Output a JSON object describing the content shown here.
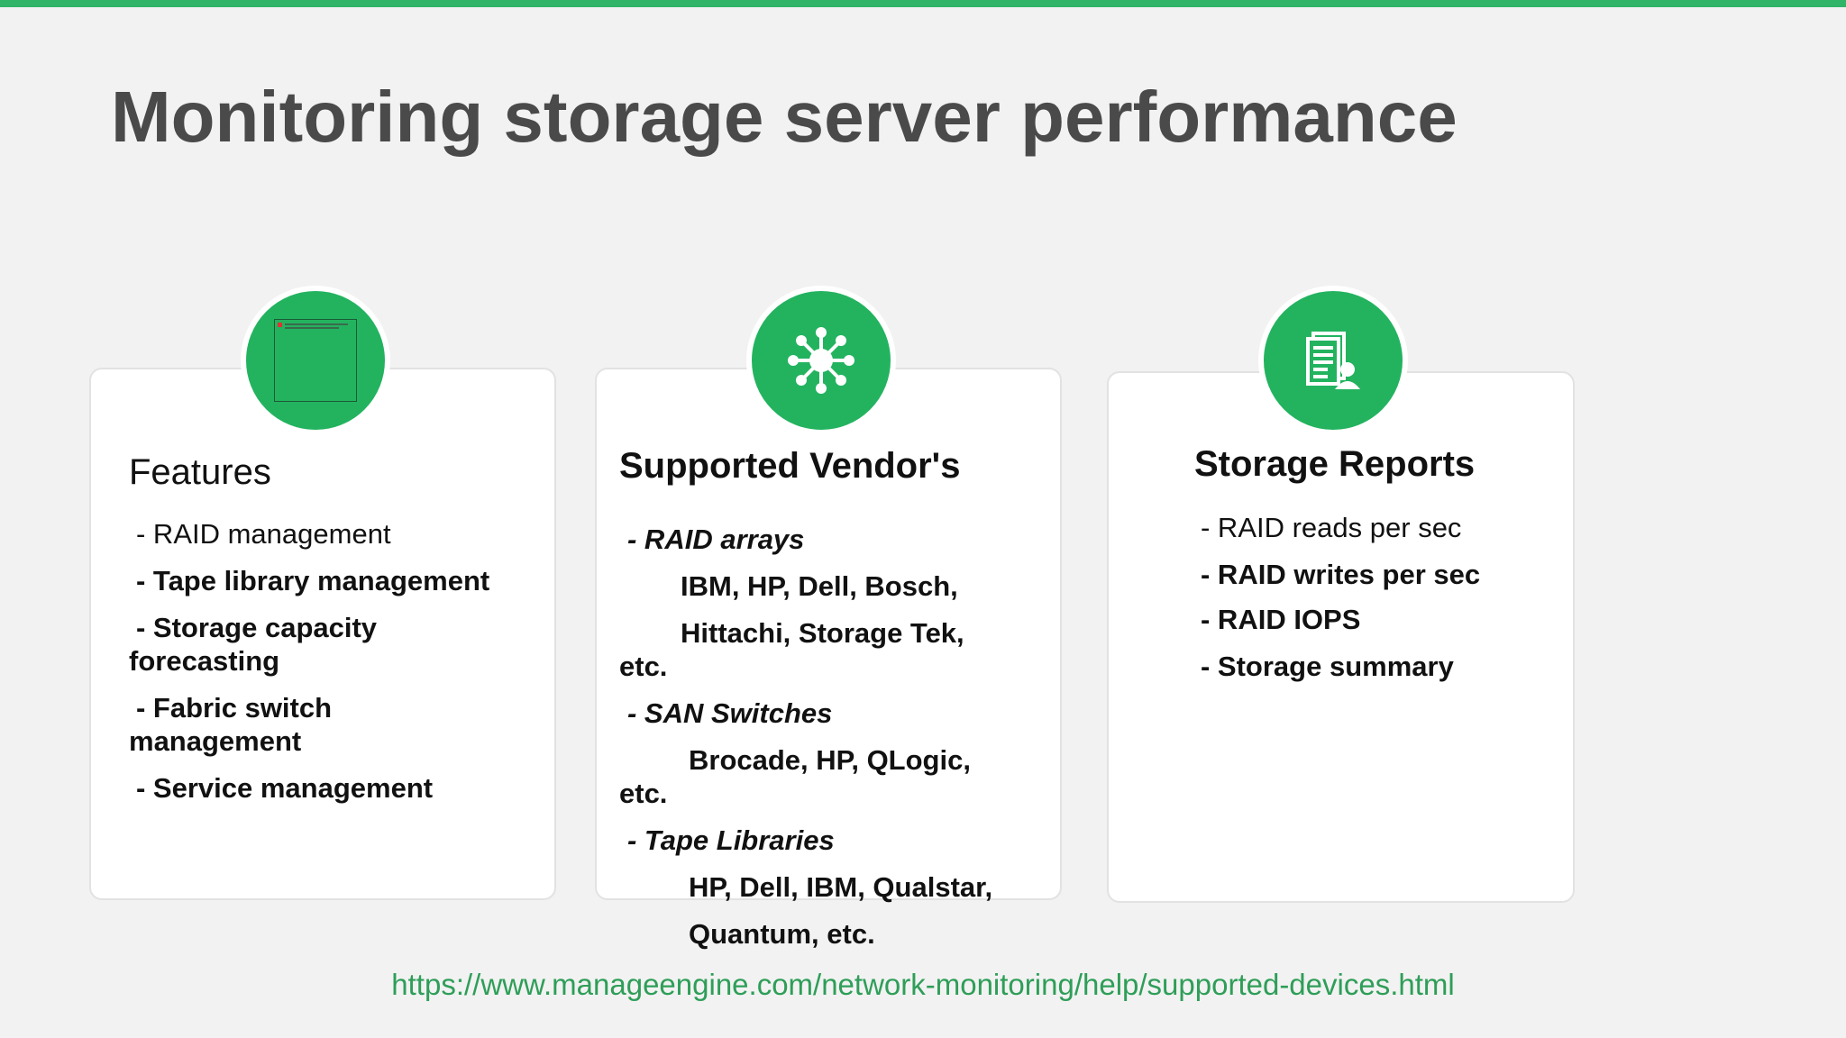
{
  "slide": {
    "title": "Monitoring storage server performance",
    "accent_color": "#2fb468",
    "url": "https://www.manageengine.com/network-monitoring/help/supported-devices.html"
  },
  "features": {
    "heading": "Features",
    "icon": "broken-image-icon",
    "items": [
      "- RAID management",
      "- Tape library management",
      "- Storage capacity",
      "forecasting",
      "- Fabric switch",
      "management",
      "- Service management"
    ]
  },
  "vendors": {
    "heading": "Supported Vendor's",
    "icon": "network-hub-icon",
    "lines": [
      "- RAID arrays",
      "IBM, HP, Dell, Bosch,",
      "Hittachi, Storage Tek,",
      "etc.",
      "- SAN Switches",
      "Brocade, HP, QLogic,",
      "etc.",
      "- Tape Libraries",
      "HP, Dell, IBM, Qualstar,",
      "Quantum, etc."
    ]
  },
  "reports": {
    "heading": "Storage Reports",
    "icon": "report-document-icon",
    "items": [
      "- RAID reads per sec",
      "- RAID writes per sec",
      "- RAID IOPS",
      "- Storage summary"
    ]
  }
}
